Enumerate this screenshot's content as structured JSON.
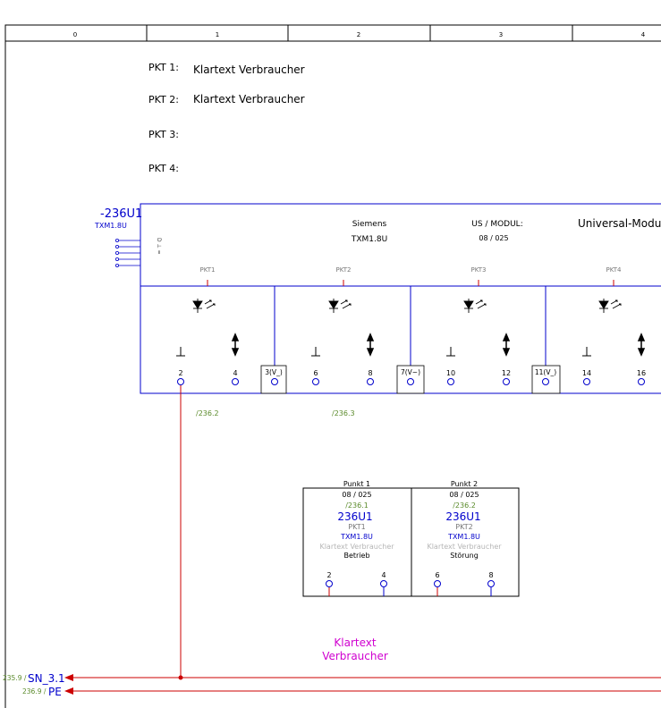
{
  "ruler": [
    "0",
    "1",
    "2",
    "3",
    "4"
  ],
  "pkt_labels": [
    {
      "label": "PKT 1:",
      "text": "Klartext Verbraucher"
    },
    {
      "label": "PKT 2:",
      "text": "Klartext Verbraucher"
    },
    {
      "label": "PKT 3:",
      "text": ""
    },
    {
      "label": "PKT 4:",
      "text": ""
    }
  ],
  "module": {
    "id": "-236U1",
    "type": "TXM1.8U",
    "manufacturer": "Siemens",
    "part": "TXM1.8U",
    "us_label": "US / MODUL:",
    "us_value": "08 / 025",
    "title": "Universal-Modul",
    "channels": [
      {
        "pkt": "PKT1",
        "t1": "2",
        "t2": "4",
        "com": "3(V_)"
      },
      {
        "pkt": "PKT2",
        "t1": "6",
        "t2": "8",
        "com": "7(V~)"
      },
      {
        "pkt": "PKT3",
        "t1": "10",
        "t2": "12",
        "com": "11(V_)"
      },
      {
        "pkt": "PKT4",
        "t1": "14",
        "t2": "16",
        "com": ""
      }
    ]
  },
  "crossrefs": [
    "/236.2",
    "/236.3"
  ],
  "points": [
    {
      "title": "Punkt 1",
      "us": "08 / 025",
      "ref": "/236.1",
      "id": "236U1",
      "pkt": "PKT1",
      "type": "TXM1.8U",
      "klartext": "Klartext Verbraucher",
      "status": "Betrieb",
      "t1": "2",
      "t2": "4"
    },
    {
      "title": "Punkt 2",
      "us": "08 / 025",
      "ref": "/236.2",
      "id": "236U1",
      "pkt": "PKT2",
      "type": "TXM1.8U",
      "klartext": "Klartext Verbraucher",
      "status": "Störung",
      "t1": "6",
      "t2": "8"
    }
  ],
  "klartext_label": {
    "line1": "Klartext",
    "line2": "Verbraucher"
  },
  "rails": [
    {
      "ref": "235.9 /",
      "name": "SN_3.1"
    },
    {
      "ref": "236.9 /",
      "name": "PE"
    }
  ],
  "colors": {
    "frame": "#0000cc",
    "wire": "#cc0000",
    "ref": "#5a8a2a",
    "label": "#d000d0"
  }
}
